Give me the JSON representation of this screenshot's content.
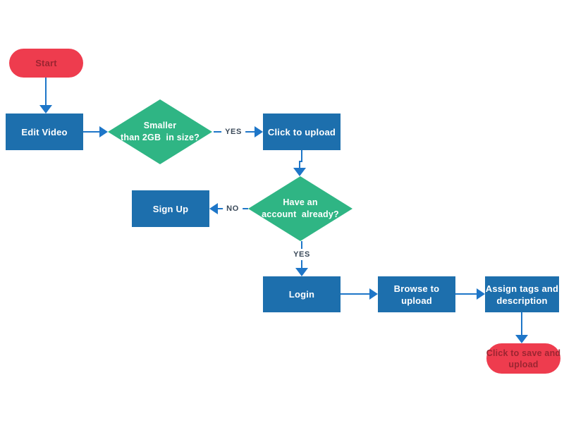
{
  "diagram_title": "Video upload flowchart",
  "colors": {
    "process_fill": "#1d6fad",
    "decision_fill": "#2fb584",
    "terminator_fill": "#ee3c4e",
    "terminator_text": "#9b2531",
    "shape_text": "#ffffff",
    "connector": "#1e76c8",
    "edge_label_text": "#3b4a5a",
    "background": "#ffffff"
  },
  "nodes": {
    "start": {
      "type": "terminator",
      "lines": [
        "Start"
      ]
    },
    "edit_video": {
      "type": "process",
      "lines": [
        "Edit Video"
      ]
    },
    "size_check": {
      "type": "decision",
      "lines": [
        "Smaller",
        "than 2GB  in size?"
      ]
    },
    "click_to_upload": {
      "type": "process",
      "lines": [
        "Click to upload"
      ]
    },
    "account_check": {
      "type": "decision",
      "lines": [
        "Have an",
        "account  already?"
      ]
    },
    "sign_up": {
      "type": "process",
      "lines": [
        "Sign Up"
      ]
    },
    "login": {
      "type": "process",
      "lines": [
        "Login"
      ]
    },
    "browse_to_upload": {
      "type": "process",
      "lines": [
        "Browse to",
        "upload"
      ]
    },
    "assign_tags": {
      "type": "process",
      "lines": [
        "Assign tags and",
        "description"
      ]
    },
    "save_upload": {
      "type": "terminator",
      "lines": [
        "Click to save and",
        "upload"
      ]
    }
  },
  "edges": [
    {
      "from": "start",
      "to": "edit_video",
      "label": ""
    },
    {
      "from": "edit_video",
      "to": "size_check",
      "label": ""
    },
    {
      "from": "size_check",
      "to": "click_to_upload",
      "label": "YES"
    },
    {
      "from": "click_to_upload",
      "to": "account_check",
      "label": ""
    },
    {
      "from": "account_check",
      "to": "sign_up",
      "label": "NO"
    },
    {
      "from": "account_check",
      "to": "login",
      "label": "YES"
    },
    {
      "from": "login",
      "to": "browse_to_upload",
      "label": ""
    },
    {
      "from": "browse_to_upload",
      "to": "assign_tags",
      "label": ""
    },
    {
      "from": "assign_tags",
      "to": "save_upload",
      "label": ""
    }
  ]
}
